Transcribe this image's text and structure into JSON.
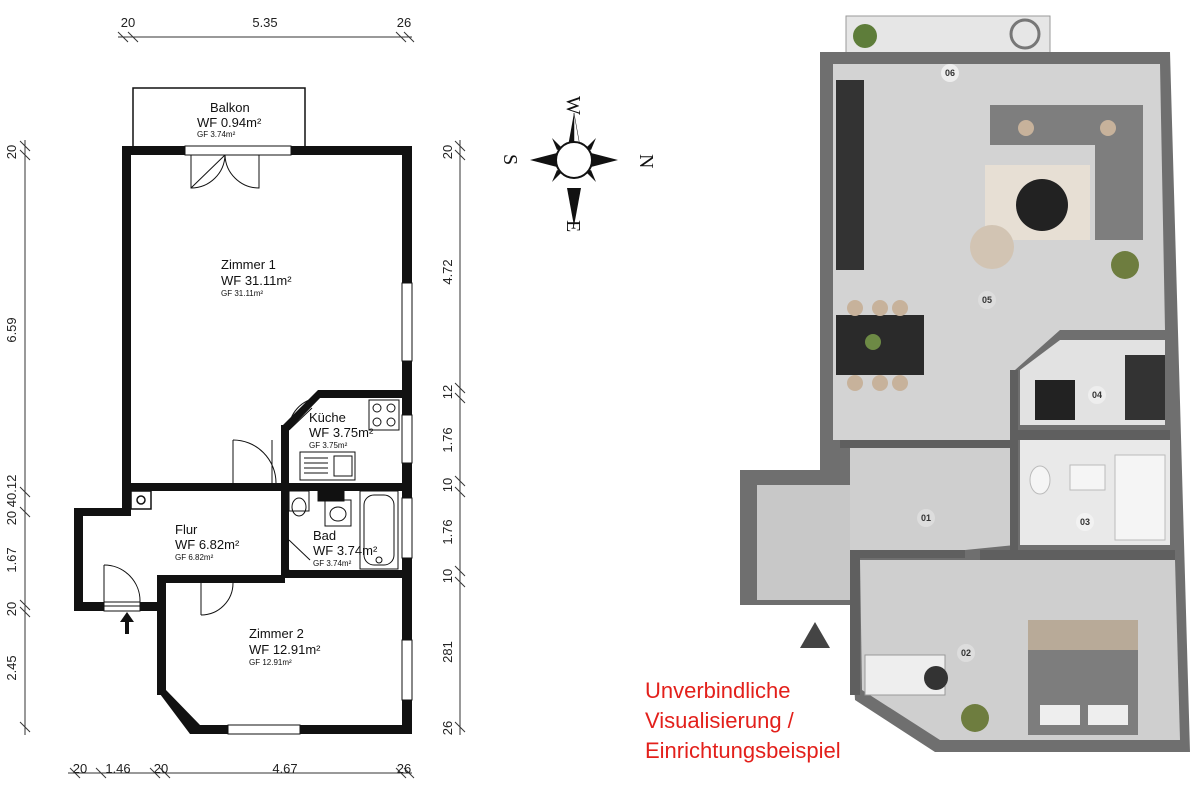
{
  "dimensions": {
    "top": [
      "20",
      "5.35",
      "26"
    ],
    "bottom": [
      "20",
      "1.46",
      "20",
      "4.67",
      "26"
    ],
    "left": [
      "20",
      "6.59",
      "20 40.12",
      "1.67",
      "20",
      "2.45"
    ],
    "right": [
      "20",
      "4.72",
      "12",
      "1.76",
      "10",
      "1.76",
      "10",
      "281",
      "26"
    ]
  },
  "rooms": [
    {
      "name": "Balkon",
      "wf": "WF 0.94m²",
      "gf": "GF 3.74m²"
    },
    {
      "name": "Zimmer 1",
      "wf": "WF 31.11m²",
      "gf": "GF 31.11m²"
    },
    {
      "name": "Küche",
      "wf": "WF 3.75m²",
      "gf": "GF 3.75m²"
    },
    {
      "name": "Flur",
      "wf": "WF 6.82m²",
      "gf": "GF 6.82m²"
    },
    {
      "name": "Bad",
      "wf": "WF 3.74m²",
      "gf": "GF 3.74m²"
    },
    {
      "name": "Zimmer 2",
      "wf": "WF 12.91m²",
      "gf": "GF 12.91m²"
    }
  ],
  "compass": {
    "w": "W",
    "n": "N",
    "s": "S",
    "e": "E"
  },
  "visual_labels": [
    "01",
    "02",
    "03",
    "04",
    "05",
    "06"
  ],
  "disclaimer": [
    "Unverbindliche",
    "Visualisierung /",
    "Einrichtungsbeispiel"
  ]
}
